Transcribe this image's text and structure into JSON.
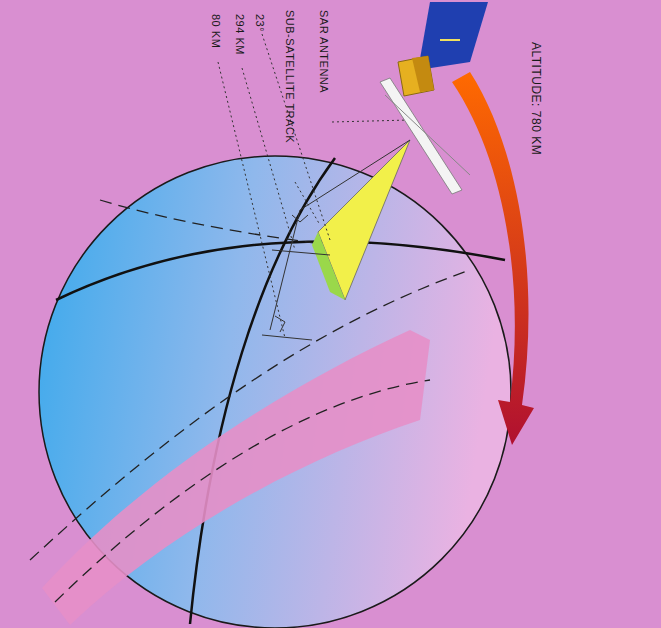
{
  "diagram": {
    "labels": [
      "SAR ANTENNA",
      "SUB-SATELLITE TRACK",
      "23°",
      "294 KM",
      "80 KM",
      "ALTITUDE: 780 KM"
    ]
  }
}
